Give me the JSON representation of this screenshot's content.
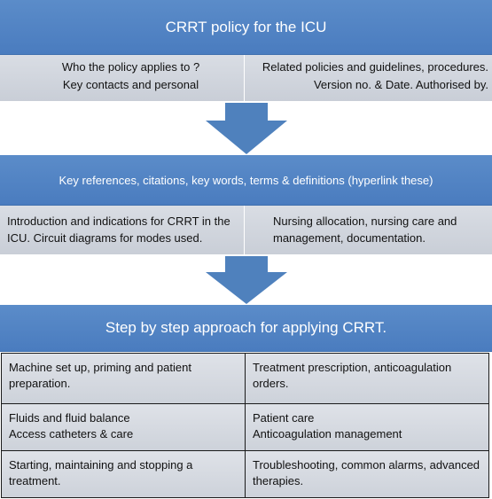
{
  "section1": {
    "title": "CRRT policy for the ICU",
    "left": [
      "Who the policy applies to ?",
      "Key contacts and personal"
    ],
    "right": [
      "Related policies and guidelines, procedures.",
      "Version no. & Date. Authorised by."
    ]
  },
  "section2": {
    "title": "Key references, citations, key words, terms & definitions (hyperlink these)",
    "left": [
      "Introduction and indications for CRRT in the",
      "ICU. Circuit diagrams for modes used."
    ],
    "right": [
      "Nursing allocation, nursing care and",
      "management, documentation."
    ]
  },
  "section3": {
    "title": "Step by step approach for applying CRRT.",
    "cells": [
      [
        "Machine set up, priming and patient",
        "preparation."
      ],
      [
        "Treatment prescription, anticoagulation",
        "orders."
      ],
      [
        "Fluids and fluid balance",
        "Access catheters &  care"
      ],
      [
        "Patient care",
        "Anticoagulation management"
      ],
      [
        "Starting, maintaining and stopping  a",
        "treatment."
      ],
      [
        "Troubleshooting, common alarms, advanced",
        "therapies."
      ]
    ]
  },
  "colors": {
    "header_blue": "#4f81bd",
    "arrow_blue": "#4f81bd",
    "cell_gray": "#d3d7de"
  }
}
